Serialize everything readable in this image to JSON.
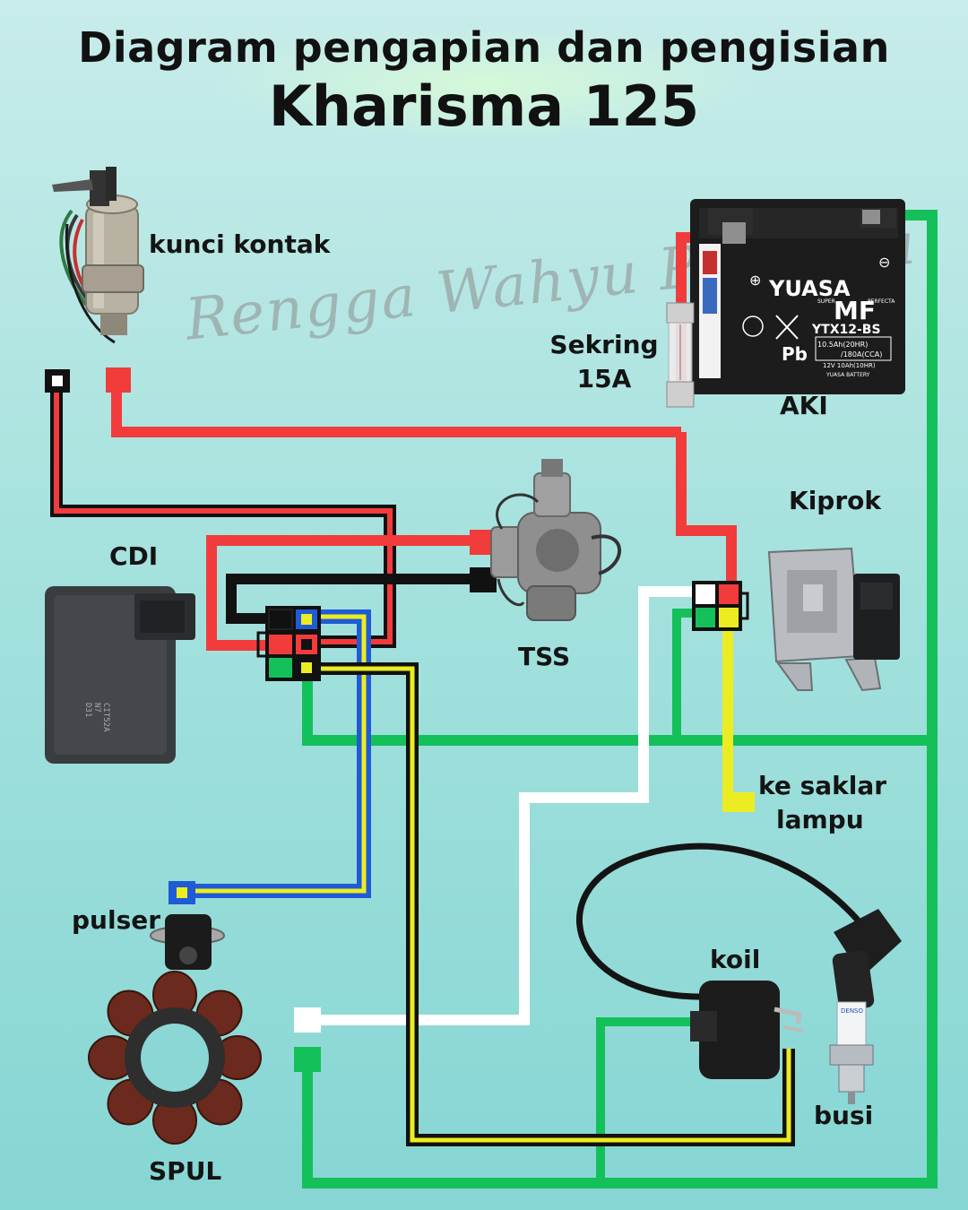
{
  "title": {
    "line1": "Diagram pengapian dan pengisian",
    "line2": "Kharisma 125"
  },
  "watermark": "Rengga Wahyu Pratama",
  "components": {
    "ignition_switch": "kunci kontak",
    "fuse": [
      "Sekring",
      "15A"
    ],
    "battery": "AKI",
    "regulator": "Kiprok",
    "cdi": "CDI",
    "tps": "TSS",
    "lamp_switch": [
      "ke saklar",
      "lampu"
    ],
    "pulser": "pulser",
    "coil": "koil",
    "spark_plug": "busi",
    "stator": "SPUL"
  },
  "battery_print": {
    "brand": "YUASA",
    "type": "MF",
    "super": "SUPER",
    "perfecta": "PERFECTA",
    "model": "YTX12-BS",
    "spec1": "10.5Ah(20HR)",
    "spec2": "/180A(CCA)",
    "spec3": "12V  10Ah(10HR)",
    "footer": "YUASA BATTERY",
    "pb": "Pb",
    "plus": "⊕",
    "minus": "⊖"
  },
  "cdi_print": [
    "CIT52A",
    "N7",
    "D31"
  ],
  "plug_print": "DENSO",
  "colors": {
    "red": "#f23b3b",
    "black": "#111111",
    "green": "#14c05a",
    "white": "#ffffff",
    "yellow": "#ecec22",
    "blue": "#1f5bd6"
  }
}
